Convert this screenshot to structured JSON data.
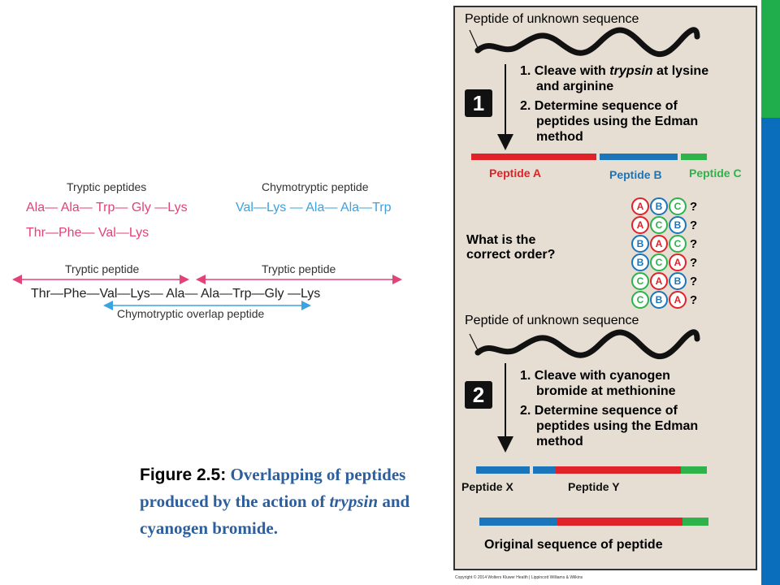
{
  "left_diagram": {
    "tryptic_peptides_label": "Tryptic peptides",
    "tryptic_row1": "Ala— Ala— Trp— Gly —Lys",
    "tryptic_row2": "Thr—Phe— Val—Lys",
    "chymotryptic_peptide_label": "Chymotryptic peptide",
    "chymotryptic_row": "Val—Lys — Ala— Ala—Trp",
    "tryptic_peptide_left": "Tryptic peptide",
    "tryptic_peptide_right": "Tryptic peptide",
    "full_sequence": "Thr—Phe—Val—Lys— Ala— Ala—Trp—Gly —Lys",
    "overlap_label": "Chymotryptic overlap peptide"
  },
  "caption": {
    "figure_label": "Figure 2.5:",
    "text_1": " Overlapping of peptides produced by the action of ",
    "italic_word": "trypsin",
    "text_2": " and cyanogen bromide."
  },
  "panel": {
    "unknown_seq_1": "Peptide of unknown sequence",
    "step1_number": "1",
    "step1_line1": "1. Cleave with ",
    "step1_italic": "trypsin",
    "step1_line1b": " at lysine",
    "step1_line2": "and arginine",
    "step1_line3": "2. Determine sequence of",
    "step1_line4": "peptides using the Edman",
    "step1_line5": "method",
    "peptide_a": "Peptide A",
    "peptide_b": "Peptide B",
    "peptide_c": "Peptide C",
    "question_line1": "What is the",
    "question_line2": "correct order?",
    "orders": [
      [
        "A",
        "B",
        "C"
      ],
      [
        "A",
        "C",
        "B"
      ],
      [
        "B",
        "A",
        "C"
      ],
      [
        "B",
        "C",
        "A"
      ],
      [
        "C",
        "A",
        "B"
      ],
      [
        "C",
        "B",
        "A"
      ]
    ],
    "question_mark": "?",
    "unknown_seq_2": "Peptide of unknown sequence",
    "step2_number": "2",
    "step2_line1": "1. Cleave with cyanogen",
    "step2_line2": "bromide at methionine",
    "step2_line3": "2. Determine sequence of",
    "step2_line4": "peptides using the Edman",
    "step2_line5": "method",
    "peptide_x": "Peptide X",
    "peptide_y": "Peptide Y",
    "original_label": "Original sequence of peptide",
    "copyright": "Copyright © 2014 Wolters Kluwer Health | Lippincott Williams & Wilkins"
  },
  "colors": {
    "red": "#e02229",
    "blue": "#1b75bb",
    "green": "#2db34a",
    "pink": "#e2427a",
    "light_blue": "#3aa3e0",
    "panel_bg": "#e6ddd3",
    "edge_green": "#1fae4b",
    "edge_blue": "#0a6ebd"
  }
}
